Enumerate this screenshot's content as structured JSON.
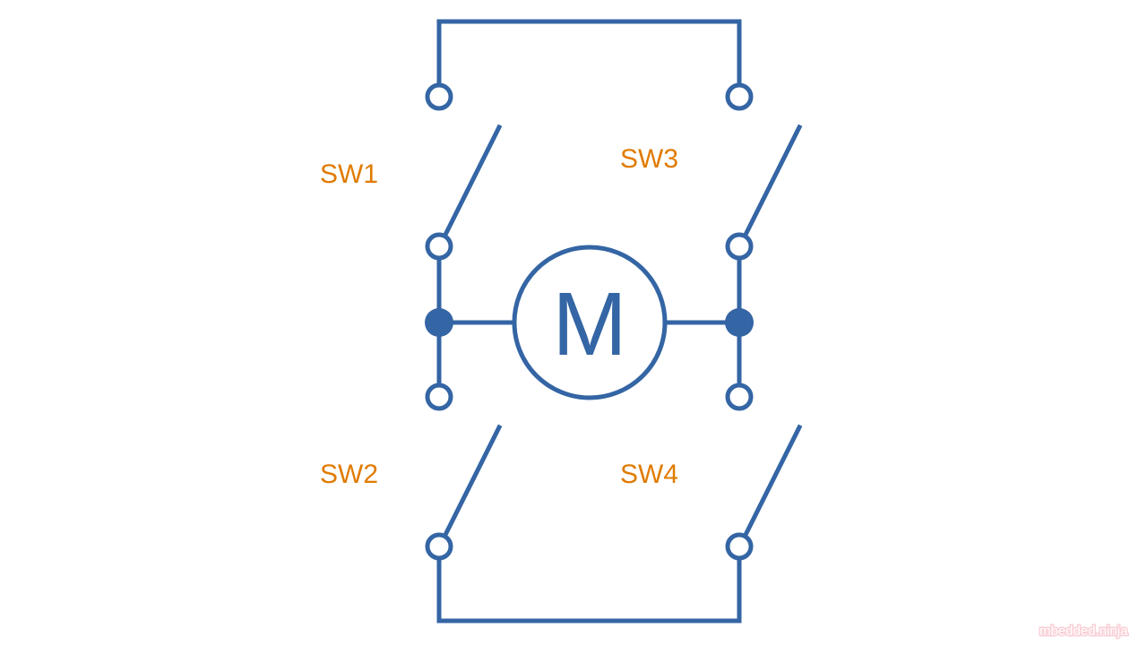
{
  "labels": {
    "sw1": "SW1",
    "sw2": "SW2",
    "sw3": "SW3",
    "sw4": "SW4"
  },
  "motor": {
    "label": "M"
  },
  "watermark": "mbedded.ninja",
  "colors": {
    "wire": "#3465a4",
    "label": "#e07b00"
  }
}
